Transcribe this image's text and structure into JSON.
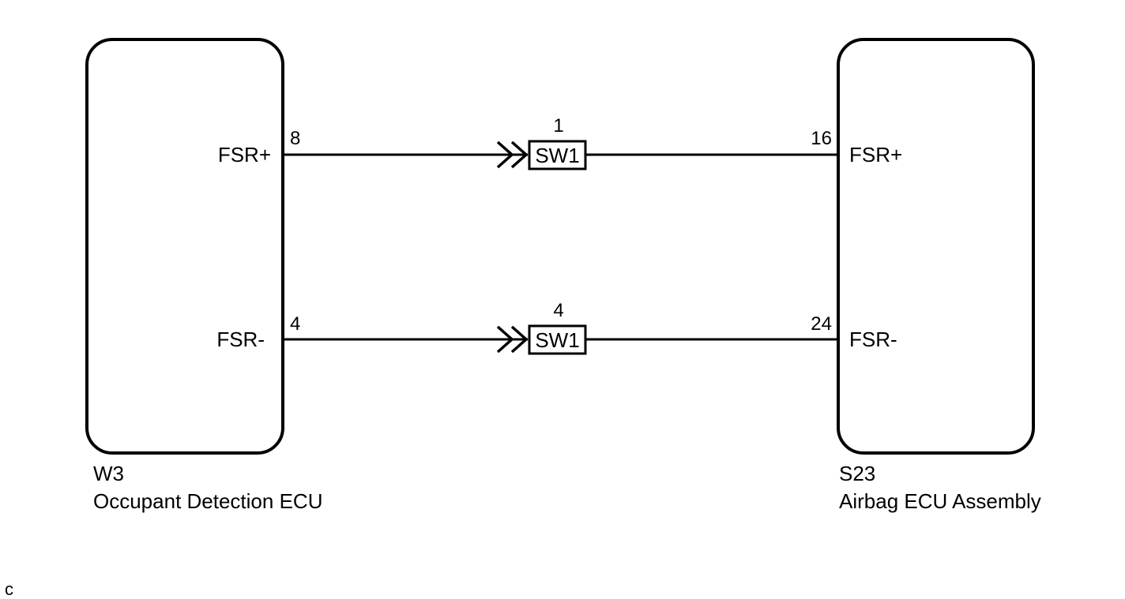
{
  "left_component": {
    "code": "W3",
    "name": "Occupant Detection ECU",
    "pins": [
      {
        "signal": "FSR+",
        "pin": "8"
      },
      {
        "signal": "FSR-",
        "pin": "4"
      }
    ]
  },
  "right_component": {
    "code": "S23",
    "name": "Airbag ECU Assembly",
    "pins": [
      {
        "signal": "FSR+",
        "pin": "16"
      },
      {
        "signal": "FSR-",
        "pin": "24"
      }
    ]
  },
  "connectors": [
    {
      "label": "SW1",
      "pin": "1"
    },
    {
      "label": "SW1",
      "pin": "4"
    }
  ],
  "corner_mark": "c",
  "colors": {
    "line": "#000000",
    "background": "#ffffff"
  }
}
